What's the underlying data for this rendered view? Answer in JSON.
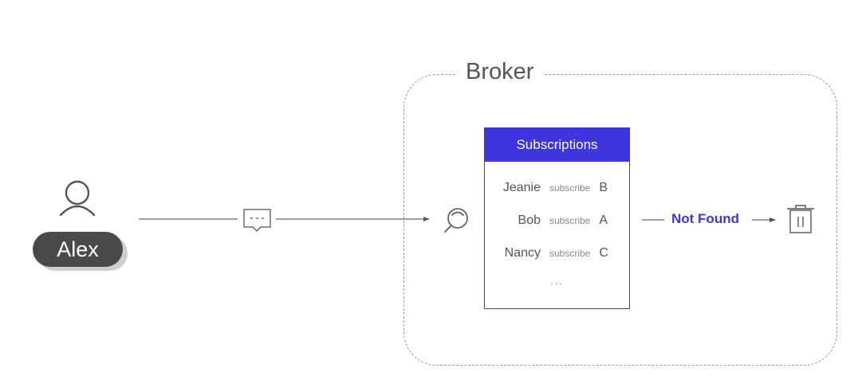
{
  "broker": {
    "title": "Broker"
  },
  "publisher": {
    "name": "Alex"
  },
  "subscriptions": {
    "title": "Subscriptions",
    "rows": [
      {
        "name": "Jeanie",
        "verb": "subscribe",
        "topic": "B"
      },
      {
        "name": "Bob",
        "verb": "subscribe",
        "topic": "A"
      },
      {
        "name": "Nancy",
        "verb": "subscribe",
        "topic": "C"
      }
    ],
    "more": "..."
  },
  "result": {
    "label": "Not Found"
  },
  "icons": {
    "person": "person-icon",
    "message": "message-icon",
    "search": "search-icon",
    "trash": "trash-icon"
  },
  "colors": {
    "accent": "#3d35e0",
    "line": "#555555",
    "pill": "#4a4a4a"
  }
}
